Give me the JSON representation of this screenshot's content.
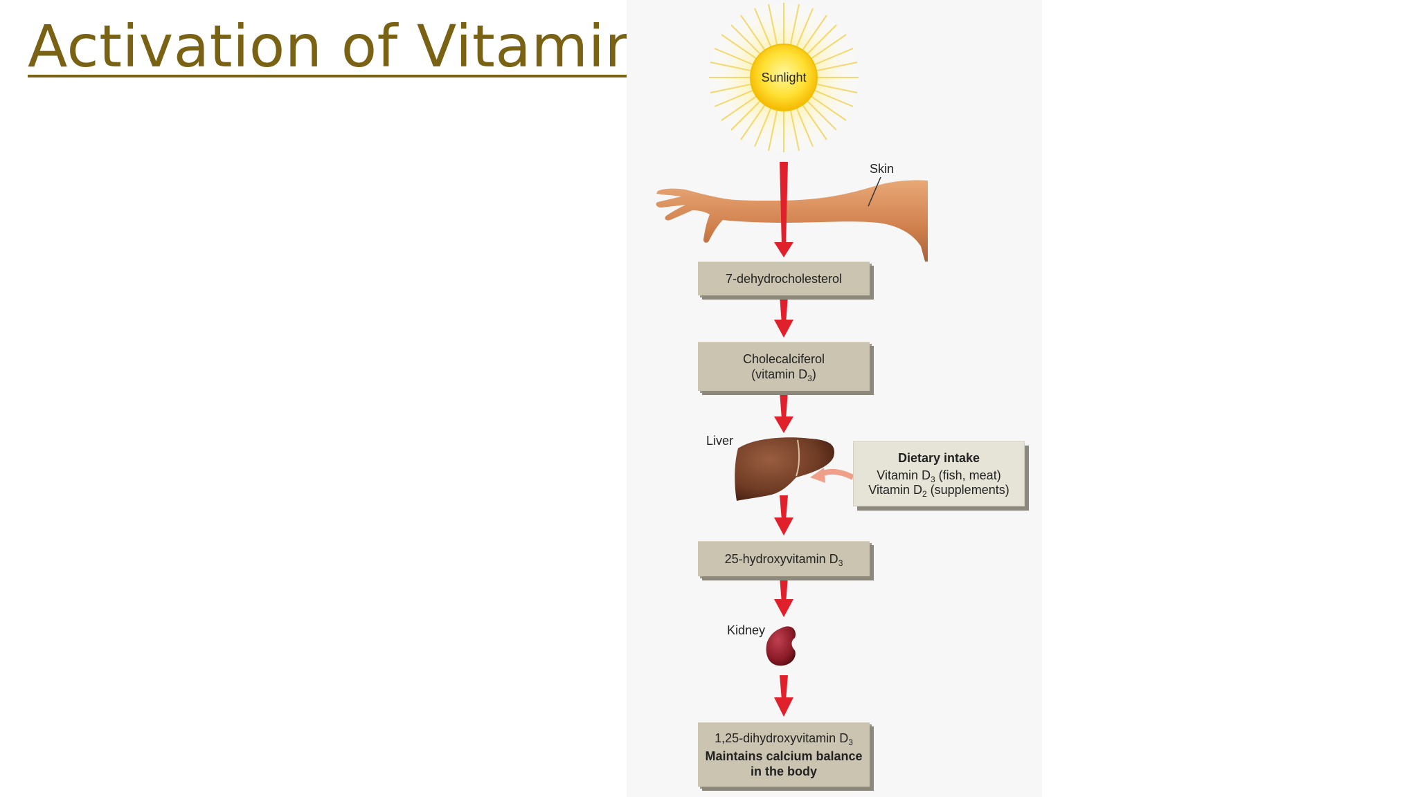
{
  "slide": {
    "title": "Activation of Vitamin D"
  },
  "diagram": {
    "sunlight": "Sunlight",
    "skin_label": "Skin",
    "liver_label": "Liver",
    "kidney_label": "Kidney",
    "step1": "7-dehydrocholesterol",
    "step2_line1": "Cholecalciferol",
    "step2_line2_pre": "(vitamin D",
    "step2_line2_sub": "3",
    "step2_line2_post": ")",
    "dietary_title": "Dietary intake",
    "dietary_line1_pre": "Vitamin D",
    "dietary_line1_sub": "3",
    "dietary_line1_post": " (fish, meat)",
    "dietary_line2_pre": "Vitamin D",
    "dietary_line2_sub": "2",
    "dietary_line2_post": " (supplements)",
    "step3_pre": "25-hydroxyvitamin D",
    "step3_sub": "3",
    "step4_pre": "1,25-dihydroxyvitamin D",
    "step4_sub": "3",
    "step4_line2": "Maintains calcium balance",
    "step4_line3": "in the body"
  },
  "colors": {
    "title": "#7a6214",
    "arrow": "#e0202b",
    "box": "#cbc4b1",
    "dietary_arrow": "#f0a08a"
  }
}
